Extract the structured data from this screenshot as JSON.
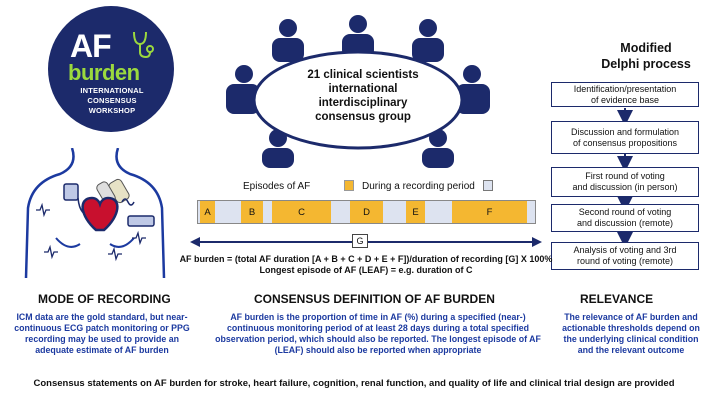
{
  "logo": {
    "af": "AF",
    "burden": "burden",
    "line1": "INTERNATIONAL",
    "line2": "CONSENSUS",
    "line3": "WORKSHOP"
  },
  "consensus_group": {
    "line1": "21 clinical scientists",
    "line2": "international",
    "line3": "interdisciplinary",
    "line4": "consensus group"
  },
  "delphi": {
    "title_line1": "Modified",
    "title_line2": "Delphi process",
    "steps": [
      {
        "line1": "Identification/presentation",
        "line2": "of evidence base"
      },
      {
        "line1": "Discussion and formulation",
        "line2": "of consensus propositions"
      },
      {
        "line1": "First round of voting",
        "line2": "and discussion (in person)"
      },
      {
        "line1": "Second round of voting",
        "line2": "and discussion (remote)"
      },
      {
        "line1": "Analysis of voting and 3rd",
        "line2": "round of voting (remote)"
      }
    ]
  },
  "timeline": {
    "legend_episodes": "Episodes of AF",
    "legend_recording": "During a recording period",
    "episodes": [
      "A",
      "B",
      "C",
      "D",
      "E",
      "F"
    ],
    "period_label": "G",
    "formula": "AF burden = (total AF duration [A + B + C + D + E + F])/duration of recording [G] X 100%",
    "longest": "Longest episode of AF (LEAF) = e.g. duration of C",
    "colors": {
      "episode": "#f4b731",
      "recording": "#dde3f0"
    }
  },
  "sections": {
    "mode": {
      "title": "MODE OF RECORDING",
      "body": [
        "ICM data are the gold standard, but near-",
        "continuous ECG patch monitoring or PPG",
        "recording may be used to provide an",
        "adequate estimate of AF burden"
      ]
    },
    "definition": {
      "title": "CONSENSUS DEFINITION OF AF BURDEN",
      "body": [
        "AF burden is the proportion of time in AF (%) during a specified (near-)",
        "continuous monitoring period of at least 28 days during a total specified",
        "observation period, which should also be reported. The longest episode of AF",
        "(LEAF) should also be reported when appropriate"
      ]
    },
    "relevance": {
      "title": "RELEVANCE",
      "body": [
        "The relevance of AF burden and",
        "actionable thresholds depend on",
        "the underlying clinical condition",
        "and the relevant outcome"
      ]
    }
  },
  "footer": "Consensus statements on AF burden for stroke, heart failure, cognition, renal function, and quality of life and clinical trial design are provided"
}
